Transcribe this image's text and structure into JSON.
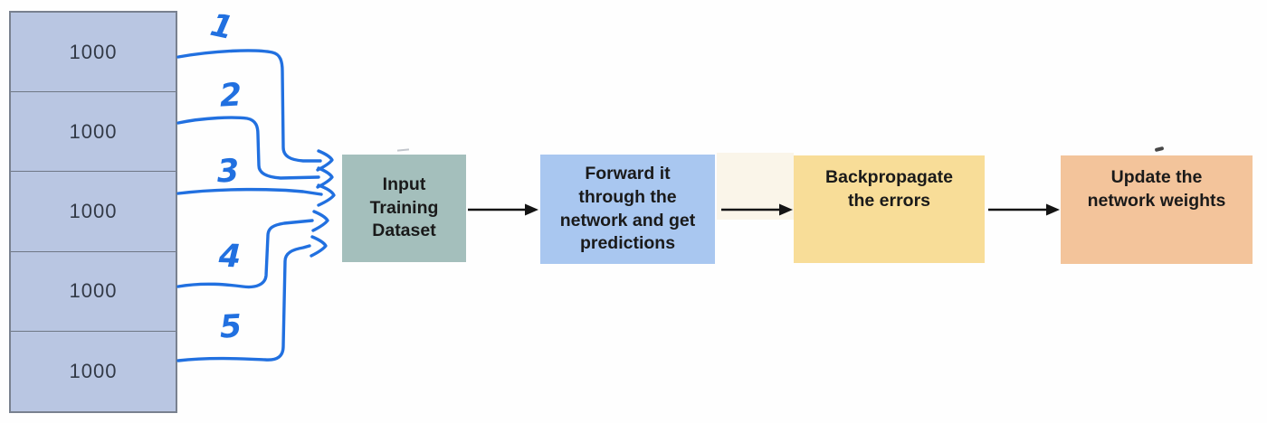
{
  "title": "Neural network training loop diagram",
  "colors": {
    "ink_blue": "#2170e0",
    "connector_black": "#141414",
    "stack_fill": "#b9c6e2",
    "stack_border": "#79818f",
    "step_input_bg": "#a4bfbc",
    "step_forward_bg": "#a9c7f0",
    "step_backprop_bg": "#f8dd98",
    "step_update_bg": "#f3c49b",
    "label_text": "#1a1a1a"
  },
  "dataset_stack": {
    "rows": [
      "1000",
      "1000",
      "1000",
      "1000",
      "1000"
    ]
  },
  "batch_labels": [
    "1",
    "2",
    "3",
    "4",
    "5"
  ],
  "steps": [
    {
      "id": "input-training-dataset",
      "lines": [
        "Input",
        "Training",
        "Dataset"
      ]
    },
    {
      "id": "forward-through-network",
      "lines": [
        "Forward it",
        "through the",
        "network and get",
        "predictions"
      ]
    },
    {
      "id": "backpropagate-errors",
      "lines": [
        "Backpropagate",
        "the errors"
      ]
    },
    {
      "id": "update-network-weights",
      "lines": [
        "Update the",
        "network weights"
      ]
    }
  ]
}
